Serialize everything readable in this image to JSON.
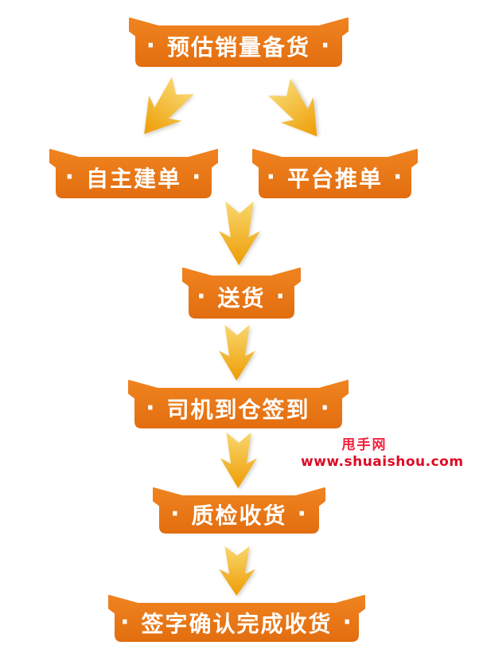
{
  "page": {
    "background": "#FFFFFF"
  },
  "flow": {
    "bullet": "·",
    "nodes": [
      {
        "id": "estimate-stock",
        "label": "预估销量备货"
      },
      {
        "id": "self-create-order",
        "label": "自主建单"
      },
      {
        "id": "platform-push-order",
        "label": "平台推单"
      },
      {
        "id": "delivery",
        "label": "送货"
      },
      {
        "id": "driver-checkin",
        "label": "司机到仓签到"
      },
      {
        "id": "qc-receive",
        "label": "质检收货"
      },
      {
        "id": "sign-confirm",
        "label": "签字确认完成收货"
      }
    ],
    "edges": [
      {
        "from": "estimate-stock",
        "to": "self-create-order"
      },
      {
        "from": "estimate-stock",
        "to": "platform-push-order"
      },
      {
        "from": "self-create-order",
        "to": "delivery"
      },
      {
        "from": "platform-push-order",
        "to": "delivery"
      },
      {
        "from": "delivery",
        "to": "driver-checkin"
      },
      {
        "from": "driver-checkin",
        "to": "qc-receive"
      },
      {
        "from": "qc-receive",
        "to": "sign-confirm"
      }
    ]
  },
  "colors": {
    "box_top": "#F0831F",
    "box_bottom": "#E26E10",
    "arrow_top": "#F8D76D",
    "arrow_bottom": "#EE9C04",
    "label_text": "#FFFFFF",
    "watermark_name": "#F4203C",
    "watermark_url": "#DD0A24"
  },
  "watermark": {
    "site_name": "甩手网",
    "url": "www.shuaishou.com"
  }
}
